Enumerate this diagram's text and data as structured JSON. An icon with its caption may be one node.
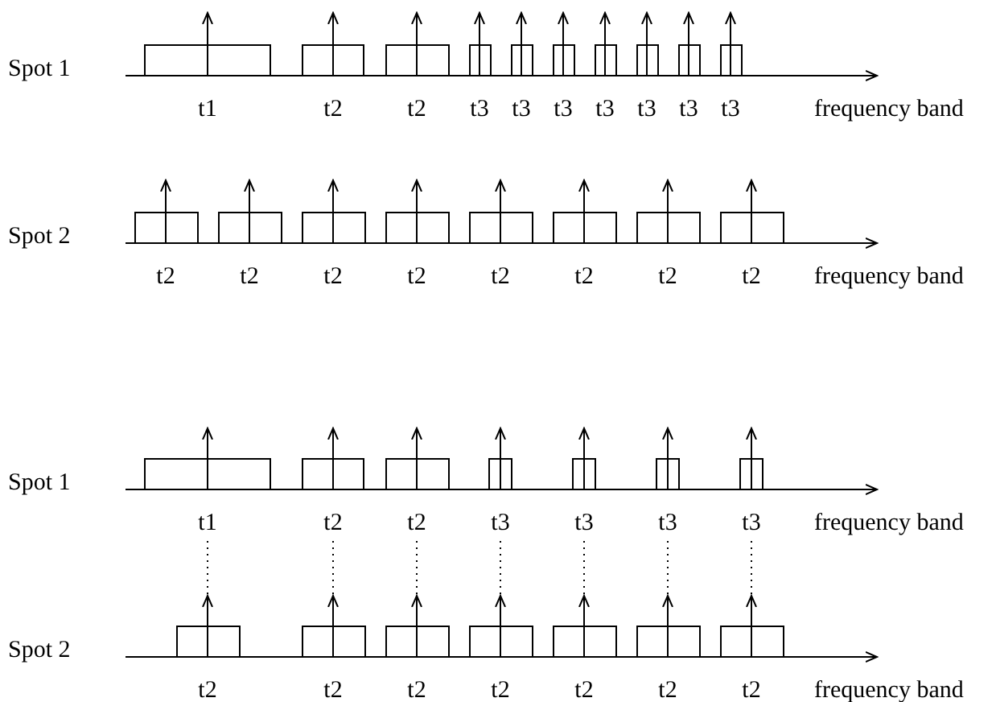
{
  "diagram": {
    "labels": [
      "Spot 1",
      "t1",
      "t2",
      "t2",
      "t3",
      "t3",
      "t3",
      "t3",
      "t3",
      "t3",
      "t3",
      "frequency band",
      "Spot 2",
      "t2",
      "t2",
      "t2",
      "t2",
      "t2",
      "t2",
      "t2",
      "t2",
      "frequency band",
      "Spot 1",
      "t1",
      "t2",
      "t2",
      "t3",
      "t3",
      "t3",
      "t3",
      "frequency band",
      "Spot 2",
      "t2",
      "t2",
      "t2",
      "t2",
      "t2",
      "t2",
      "t2",
      "frequency band"
    ]
  }
}
